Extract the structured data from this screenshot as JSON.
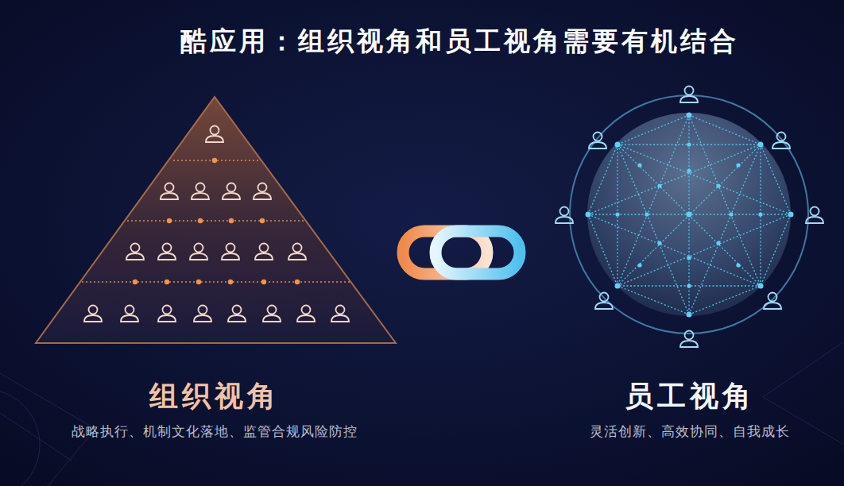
{
  "diagram": {
    "title": "酷应用：组织视角和员工视角需要有机结合",
    "nodes": [
      {
        "text": [
          "组织视角",
          "战略执行、机制文化落地、监管合规风险防控"
        ]
      },
      {
        "text": [
          "员工视角",
          "灵活创新、高效协同、自我成长"
        ]
      }
    ]
  }
}
